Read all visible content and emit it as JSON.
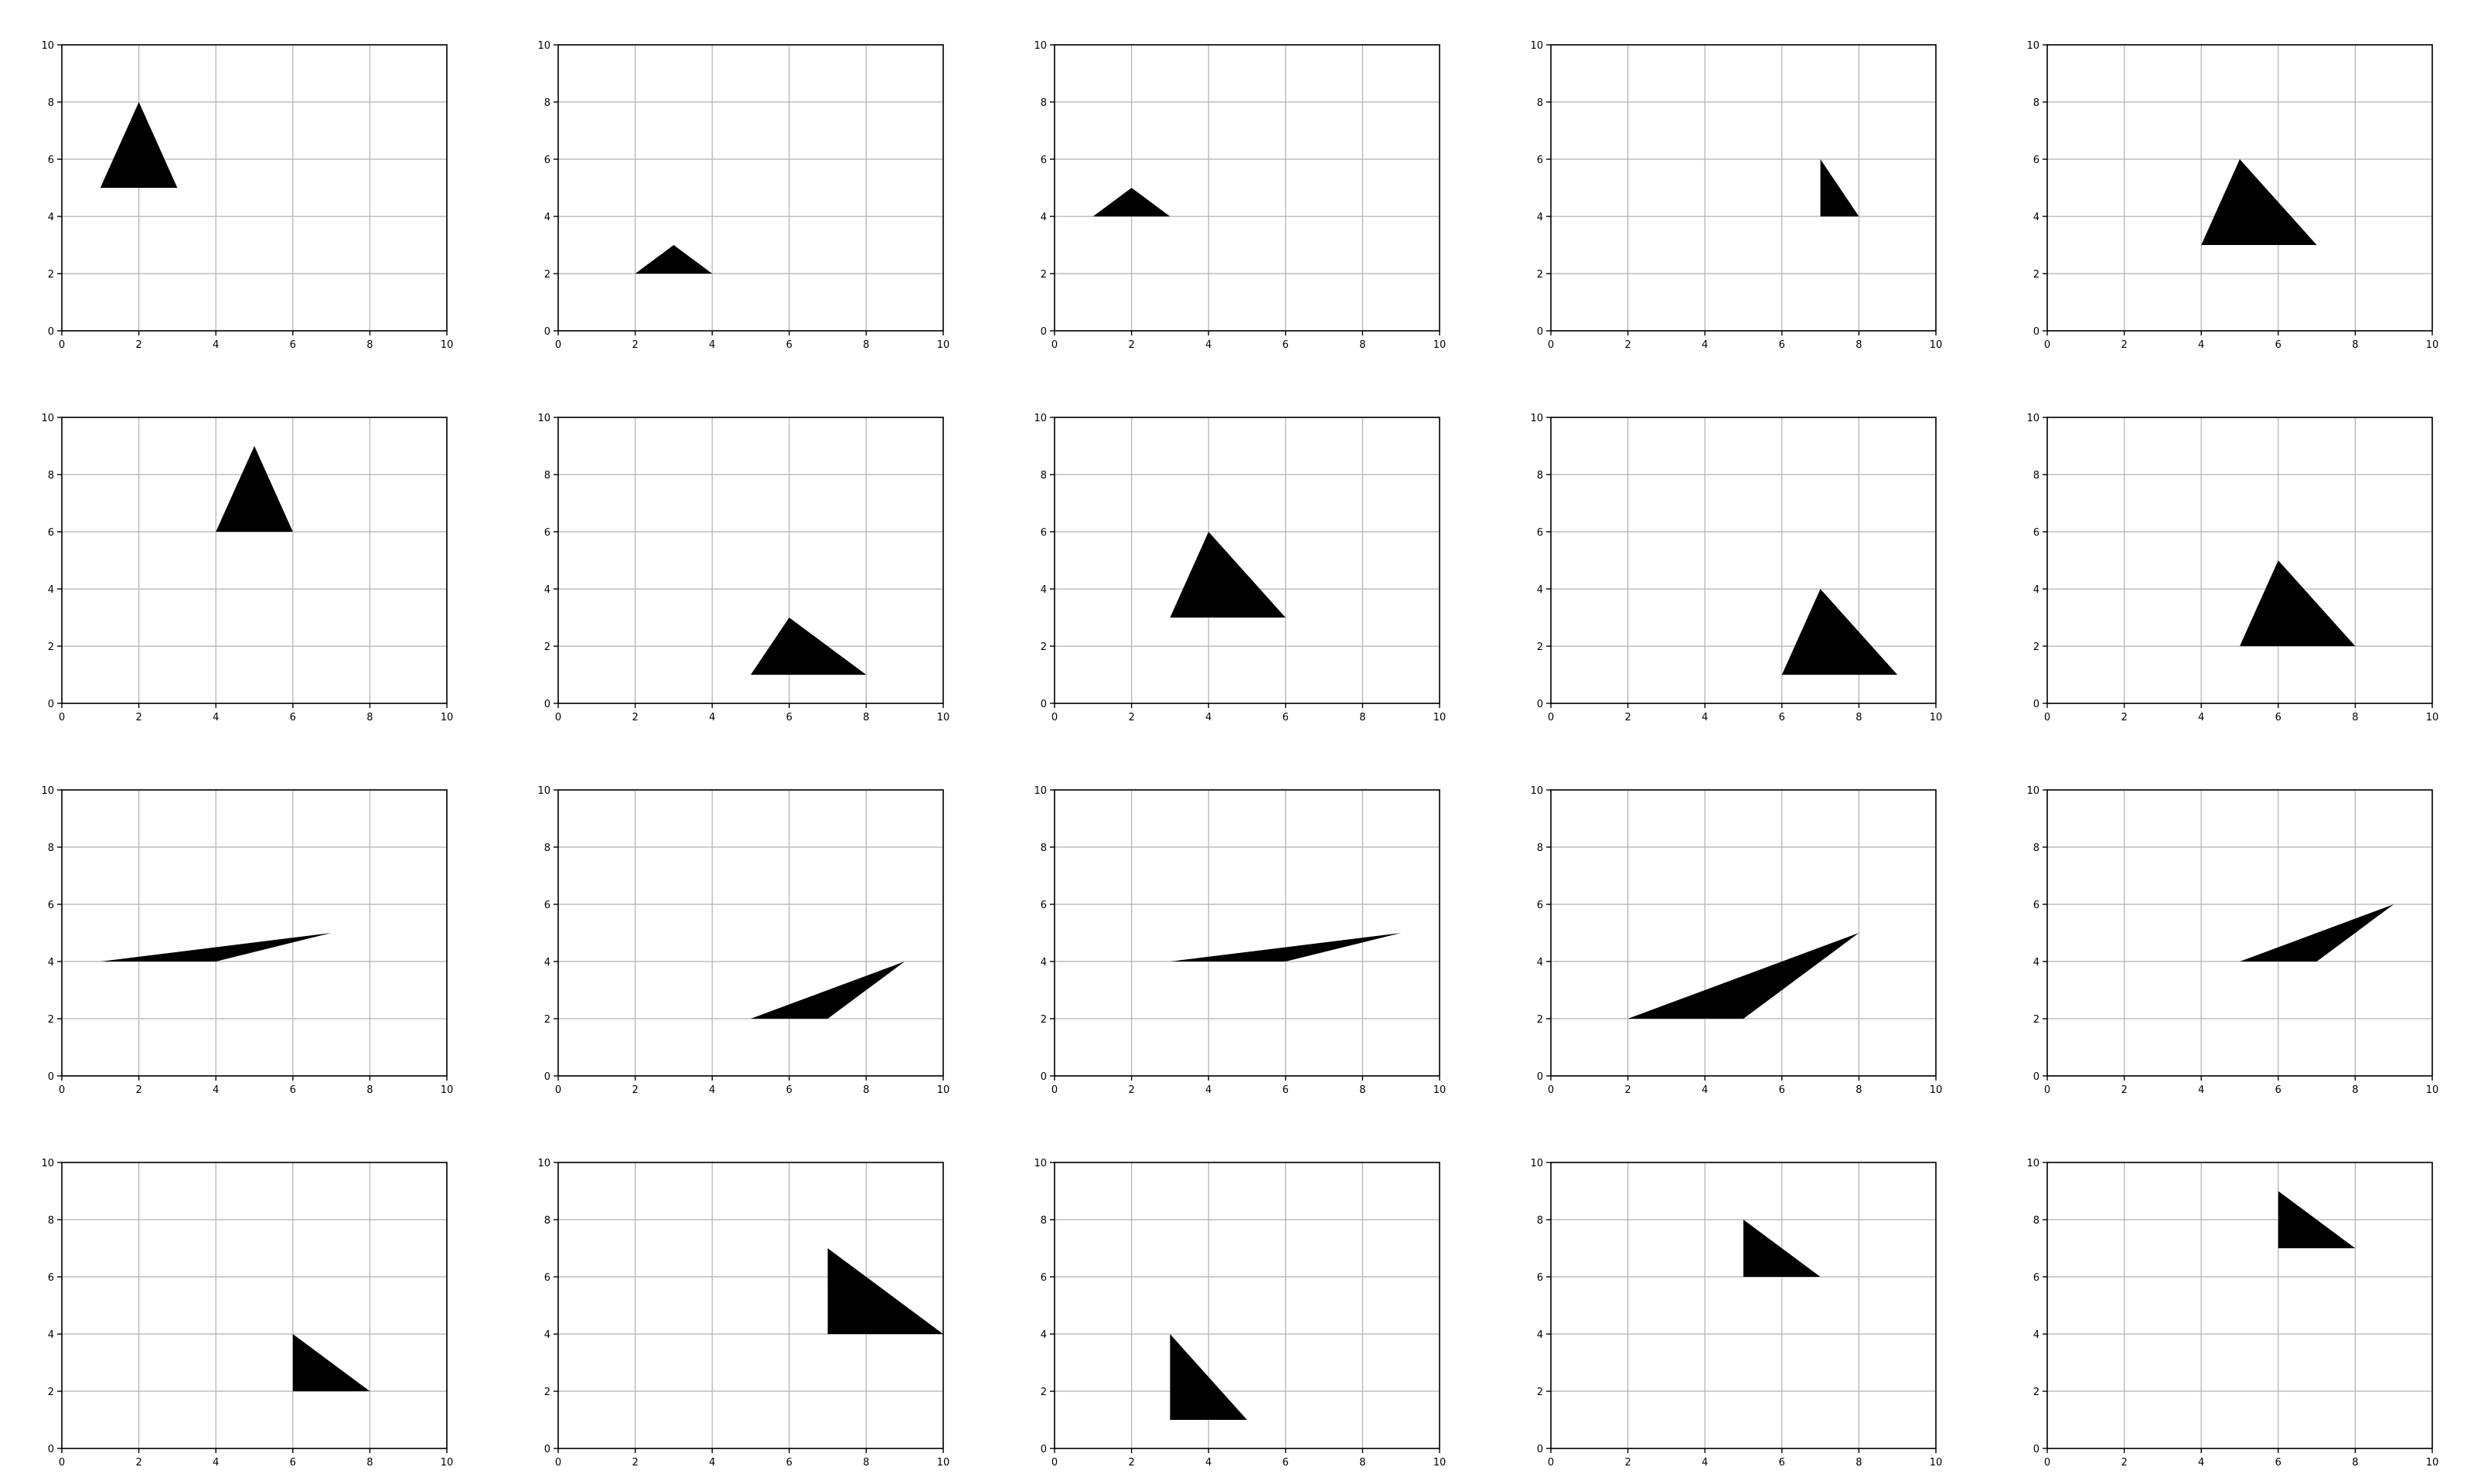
{
  "colors": {
    "fill": "#000000",
    "grid": "#b0b0b0",
    "axis": "#000000",
    "background": "#ffffff"
  },
  "chart_data": {
    "type": "polygon-grid",
    "rows": 4,
    "cols": 5,
    "xlim": [
      0,
      10
    ],
    "ylim": [
      0,
      10
    ],
    "xticks": [
      0,
      2,
      4,
      6,
      8,
      10
    ],
    "yticks": [
      0,
      2,
      4,
      6,
      8,
      10
    ],
    "grid": true,
    "panels": [
      {
        "vertices": [
          [
            1,
            5
          ],
          [
            2,
            8
          ],
          [
            3,
            5
          ]
        ]
      },
      {
        "vertices": [
          [
            2,
            2
          ],
          [
            3,
            3
          ],
          [
            4,
            2
          ]
        ]
      },
      {
        "vertices": [
          [
            1,
            4
          ],
          [
            2,
            5
          ],
          [
            3,
            4
          ]
        ]
      },
      {
        "vertices": [
          [
            7,
            4
          ],
          [
            7,
            6
          ],
          [
            8,
            4
          ]
        ]
      },
      {
        "vertices": [
          [
            4,
            3
          ],
          [
            5,
            6
          ],
          [
            7,
            3
          ]
        ]
      },
      {
        "vertices": [
          [
            4,
            6
          ],
          [
            5,
            9
          ],
          [
            6,
            6
          ]
        ]
      },
      {
        "vertices": [
          [
            5,
            1
          ],
          [
            6,
            3
          ],
          [
            8,
            1
          ]
        ]
      },
      {
        "vertices": [
          [
            3,
            3
          ],
          [
            4,
            6
          ],
          [
            6,
            3
          ]
        ]
      },
      {
        "vertices": [
          [
            6,
            1
          ],
          [
            7,
            4
          ],
          [
            9,
            1
          ]
        ]
      },
      {
        "vertices": [
          [
            5,
            2
          ],
          [
            6,
            5
          ],
          [
            8,
            2
          ]
        ]
      },
      {
        "vertices": [
          [
            1,
            4
          ],
          [
            4,
            4
          ],
          [
            7,
            5
          ]
        ]
      },
      {
        "vertices": [
          [
            5,
            2
          ],
          [
            7,
            2
          ],
          [
            9,
            4
          ]
        ]
      },
      {
        "vertices": [
          [
            3,
            4
          ],
          [
            6,
            4
          ],
          [
            9,
            5
          ]
        ]
      },
      {
        "vertices": [
          [
            2,
            2
          ],
          [
            5,
            2
          ],
          [
            8,
            5
          ]
        ]
      },
      {
        "vertices": [
          [
            5,
            4
          ],
          [
            7,
            4
          ],
          [
            9,
            6
          ]
        ]
      },
      {
        "vertices": [
          [
            6,
            2
          ],
          [
            6,
            4
          ],
          [
            8,
            2
          ]
        ]
      },
      {
        "vertices": [
          [
            7,
            4
          ],
          [
            7,
            7
          ],
          [
            10,
            4
          ]
        ]
      },
      {
        "vertices": [
          [
            3,
            1
          ],
          [
            3,
            4
          ],
          [
            5,
            1
          ]
        ]
      },
      {
        "vertices": [
          [
            5,
            6
          ],
          [
            5,
            8
          ],
          [
            7,
            6
          ]
        ]
      },
      {
        "vertices": [
          [
            6,
            7
          ],
          [
            6,
            9
          ],
          [
            8,
            7
          ]
        ]
      }
    ]
  }
}
